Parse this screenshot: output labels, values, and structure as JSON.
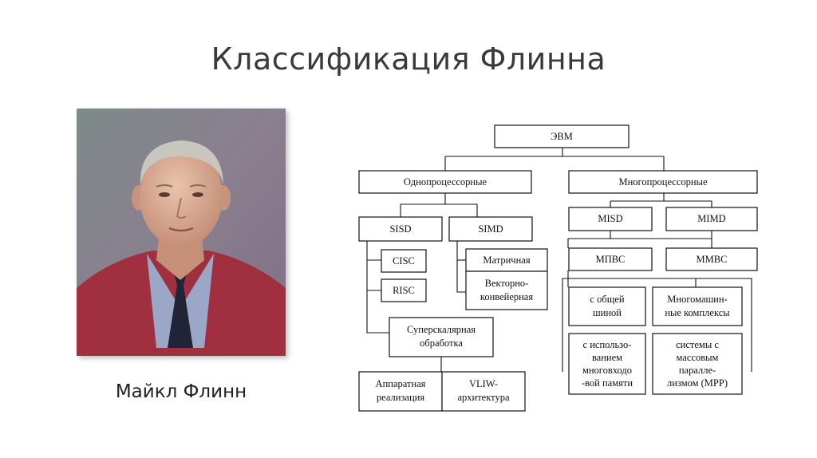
{
  "slide": {
    "title": "Классификация Флинна",
    "caption": "Майкл Флинн"
  },
  "diagram": {
    "root": "ЭВМ",
    "single": "Однопроцессорные",
    "multi": "Многопроцессорные",
    "sisd": "SISD",
    "simd": "SIMD",
    "misd": "MISD",
    "mimd": "MIMD",
    "cisc": "CISC",
    "risc": "RISC",
    "superscalar": [
      "Суперскалярная",
      "обработка"
    ],
    "matrix": "Матричная",
    "vector": [
      "Векторно-",
      "конвейерная"
    ],
    "hardware": [
      "Аппаратная",
      "реализация"
    ],
    "vliw": [
      "VLIW-",
      "архитектура"
    ],
    "mpvs": "МПВС",
    "mmvs": "ММВС",
    "common_bus": [
      "с общей",
      "шиной"
    ],
    "multimachine": [
      "Многомашин-",
      "ные комплексы"
    ],
    "multiport": [
      "с использо-",
      "ванием",
      "многовходо",
      "-вой памяти"
    ],
    "massive": [
      "системы с",
      "массовым",
      "паралле-",
      "лизмом (MPP)"
    ]
  }
}
